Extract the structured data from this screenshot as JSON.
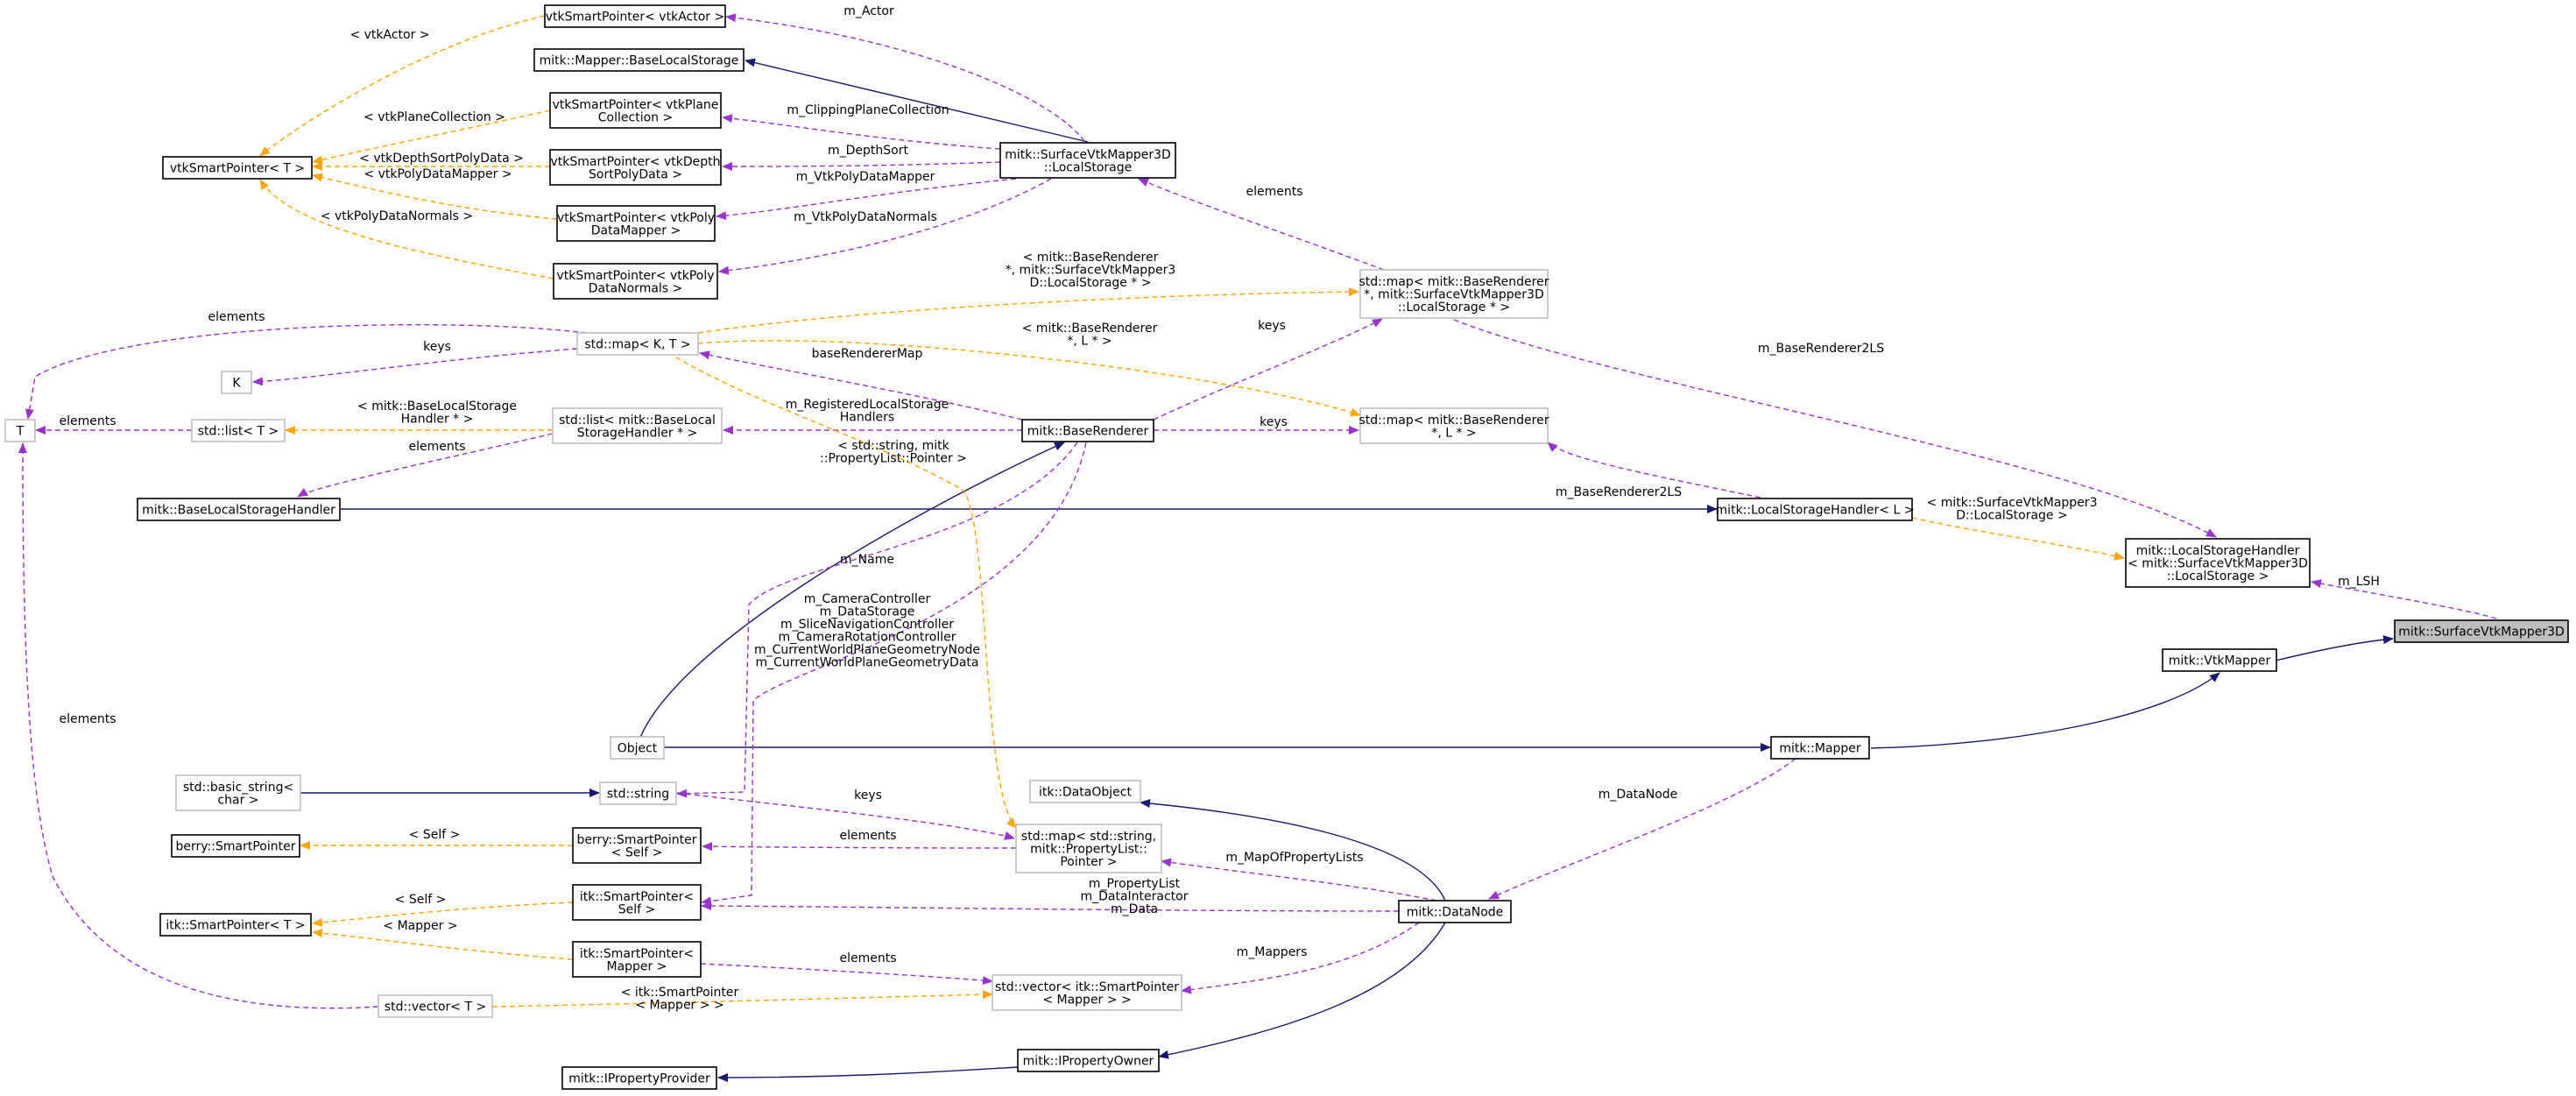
{
  "diagram": {
    "kind": "collaboration graph",
    "colors": {
      "inheritance": "#191970",
      "usage": "#9a32cd",
      "template": "#ffa500",
      "node_border_documented": "#000000",
      "node_border_undocumented": "#bfbfbf",
      "highlight_fill": "#bfbfbf"
    },
    "nodes": [
      {
        "id": "surfaceVtkMapper3D",
        "lines": [
          "mitk::SurfaceVtkMapper3D"
        ],
        "highlight": true
      },
      {
        "id": "lshLocal",
        "lines": [
          "mitk::LocalStorageHandler",
          "< mitk::SurfaceVtkMapper3D",
          "::LocalStorage >"
        ]
      },
      {
        "id": "vtkMapper",
        "lines": [
          "mitk::VtkMapper"
        ]
      },
      {
        "id": "localStorageHandlerL",
        "lines": [
          "mitk::LocalStorageHandler< L >"
        ]
      },
      {
        "id": "mapper",
        "lines": [
          "mitk::Mapper"
        ]
      },
      {
        "id": "dataNode",
        "lines": [
          "mitk::DataNode"
        ]
      },
      {
        "id": "iPropertyOwner",
        "lines": [
          "mitk::IPropertyOwner"
        ]
      },
      {
        "id": "iPropertyProvider",
        "lines": [
          "mitk::IPropertyProvider"
        ]
      },
      {
        "id": "baseLocalStorageHandler",
        "lines": [
          "mitk::BaseLocalStorageHandler"
        ]
      },
      {
        "id": "object",
        "lines": [
          "Object"
        ],
        "undocumented": true
      },
      {
        "id": "baseRenderer",
        "lines": [
          "mitk::BaseRenderer"
        ]
      },
      {
        "id": "mapSurfLS",
        "lines": [
          "std::map< mitk::BaseRenderer",
          "*, mitk::SurfaceVtkMapper3D",
          "::LocalStorage * >"
        ],
        "undocumented": true
      },
      {
        "id": "mapBRL",
        "lines": [
          "std::map< mitk::BaseRenderer",
          "*, L * >"
        ],
        "undocumented": true
      },
      {
        "id": "surfLocalStorage",
        "lines": [
          "mitk::SurfaceVtkMapper3D",
          "::LocalStorage"
        ]
      },
      {
        "id": "baseLocalStorage",
        "lines": [
          "mitk::Mapper::BaseLocalStorage"
        ]
      },
      {
        "id": "vtkSPActor",
        "lines": [
          "vtkSmartPointer< vtkActor >"
        ]
      },
      {
        "id": "vtkSPPlane",
        "lines": [
          "vtkSmartPointer< vtkPlane",
          "Collection >"
        ]
      },
      {
        "id": "vtkSPDepth",
        "lines": [
          "vtkSmartPointer< vtkDepth",
          "SortPolyData >"
        ]
      },
      {
        "id": "vtkSPMapper",
        "lines": [
          "vtkSmartPointer< vtkPoly",
          "DataMapper >"
        ]
      },
      {
        "id": "vtkSPNormals",
        "lines": [
          "vtkSmartPointer< vtkPoly",
          "DataNormals >"
        ]
      },
      {
        "id": "vtkSPT",
        "lines": [
          "vtkSmartPointer< T >"
        ]
      },
      {
        "id": "mapKT",
        "lines": [
          "std::map< K, T >"
        ],
        "undocumented": true
      },
      {
        "id": "K",
        "lines": [
          "K"
        ],
        "undocumented": true
      },
      {
        "id": "T",
        "lines": [
          "T"
        ],
        "undocumented": true
      },
      {
        "id": "listT",
        "lines": [
          "std::list< T >"
        ],
        "undocumented": true
      },
      {
        "id": "listBLS",
        "lines": [
          "std::list< mitk::BaseLocal",
          "StorageHandler * >"
        ],
        "undocumented": true
      },
      {
        "id": "stdString",
        "lines": [
          "std::string"
        ],
        "undocumented": true
      },
      {
        "id": "basicString",
        "lines": [
          "std::basic_string<",
          "char >"
        ],
        "undocumented": true
      },
      {
        "id": "berrySP",
        "lines": [
          "berry::SmartPointer"
        ]
      },
      {
        "id": "berrySPSelf",
        "lines": [
          "berry::SmartPointer",
          "< Self >"
        ]
      },
      {
        "id": "itkSPT",
        "lines": [
          "itk::SmartPointer< T >"
        ]
      },
      {
        "id": "itkSPSelf",
        "lines": [
          "itk::SmartPointer<",
          "Self >"
        ]
      },
      {
        "id": "itkSPMapper",
        "lines": [
          "itk::SmartPointer<",
          "Mapper >"
        ]
      },
      {
        "id": "vectorT",
        "lines": [
          "std::vector< T >"
        ],
        "undocumented": true
      },
      {
        "id": "itkDataObject",
        "lines": [
          "itk::DataObject"
        ],
        "undocumented": true
      },
      {
        "id": "mapStringProp",
        "lines": [
          "std::map< std::string,",
          "mitk::PropertyList::",
          "Pointer >"
        ],
        "undocumented": true
      },
      {
        "id": "vectorItkMapper",
        "lines": [
          "std::vector< itk::SmartPointer",
          "< Mapper > >"
        ],
        "undocumented": true
      }
    ],
    "edges": [
      {
        "from": "lshLocal",
        "to": "surfaceVtkMapper3D",
        "type": "usage",
        "lines": [
          "m_LSH"
        ]
      },
      {
        "from": "vtkMapper",
        "to": "surfaceVtkMapper3D",
        "type": "inheritance",
        "lines": []
      },
      {
        "from": "mapper",
        "to": "vtkMapper",
        "type": "inheritance",
        "lines": []
      },
      {
        "from": "baseLocalStorageHandler",
        "to": "lshLocal",
        "type": "inheritance",
        "lines": []
      },
      {
        "from": "mapSurfLS",
        "to": "lshLocal",
        "type": "usage",
        "lines": [
          "m_BaseRenderer2LS"
        ]
      },
      {
        "from": "localStorageHandlerL",
        "to": "lshLocal",
        "type": "template",
        "lines": [
          "< mitk::SurfaceVtkMapper3",
          "D::LocalStorage >"
        ]
      },
      {
        "from": "baseLocalStorageHandler",
        "to": "localStorageHandlerL",
        "type": "inheritance",
        "lines": []
      },
      {
        "from": "mapBRL",
        "to": "localStorageHandlerL",
        "type": "usage",
        "lines": [
          "m_BaseRenderer2LS"
        ]
      },
      {
        "from": "baseRenderer",
        "to": "mapBRL",
        "type": "usage",
        "lines": [
          "keys"
        ]
      },
      {
        "from": "mapKT",
        "to": "mapBRL",
        "type": "template",
        "lines": [
          "< mitk::BaseRenderer",
          "*, L * >"
        ]
      },
      {
        "from": "baseRenderer",
        "to": "mapSurfLS",
        "type": "usage",
        "lines": [
          "keys"
        ]
      },
      {
        "from": "surfLocalStorage",
        "to": "mapSurfLS",
        "type": "usage",
        "lines": [
          "elements"
        ]
      },
      {
        "from": "mapKT",
        "to": "mapSurfLS",
        "type": "template",
        "lines": [
          "< mitk::BaseRenderer",
          "*, mitk::SurfaceVtkMapper3",
          "D::LocalStorage * >"
        ]
      },
      {
        "from": "baseLocalStorage",
        "to": "surfLocalStorage",
        "type": "inheritance",
        "lines": []
      },
      {
        "from": "vtkSPActor",
        "to": "surfLocalStorage",
        "type": "usage",
        "lines": [
          "m_Actor"
        ]
      },
      {
        "from": "vtkSPPlane",
        "to": "surfLocalStorage",
        "type": "usage",
        "lines": [
          "m_ClippingPlaneCollection"
        ]
      },
      {
        "from": "vtkSPDepth",
        "to": "surfLocalStorage",
        "type": "usage",
        "lines": [
          "m_DepthSort"
        ]
      },
      {
        "from": "vtkSPMapper",
        "to": "surfLocalStorage",
        "type": "usage",
        "lines": [
          "m_VtkPolyDataMapper"
        ]
      },
      {
        "from": "vtkSPNormals",
        "to": "surfLocalStorage",
        "type": "usage",
        "lines": [
          "m_VtkPolyDataNormals"
        ]
      },
      {
        "from": "vtkSPT",
        "to": "vtkSPActor",
        "type": "template",
        "lines": [
          "< vtkActor >"
        ]
      },
      {
        "from": "vtkSPT",
        "to": "vtkSPPlane",
        "type": "template",
        "lines": [
          "< vtkPlaneCollection >"
        ]
      },
      {
        "from": "vtkSPT",
        "to": "vtkSPDepth",
        "type": "template",
        "lines": [
          "< vtkDepthSortPolyData >"
        ]
      },
      {
        "from": "vtkSPT",
        "to": "vtkSPMapper",
        "type": "template",
        "lines": [
          "< vtkPolyDataMapper >"
        ]
      },
      {
        "from": "vtkSPT",
        "to": "vtkSPNormals",
        "type": "template",
        "lines": [
          "< vtkPolyDataNormals >"
        ]
      },
      {
        "from": "object",
        "to": "baseRenderer",
        "type": "inheritance",
        "lines": []
      },
      {
        "from": "object",
        "to": "mapper",
        "type": "inheritance",
        "lines": []
      },
      {
        "from": "mapKT",
        "to": "baseRenderer",
        "type": "usage",
        "lines": [
          "baseRendererMap"
        ]
      },
      {
        "from": "listBLS",
        "to": "baseRenderer",
        "type": "usage",
        "lines": [
          "m_RegisteredLocalStorage",
          "Handlers"
        ]
      },
      {
        "from": "stdString",
        "to": "baseRenderer",
        "type": "usage",
        "lines": [
          "m_Name"
        ]
      },
      {
        "from": "itkSPSelf",
        "to": "baseRenderer",
        "type": "usage",
        "lines": [
          "m_CameraController",
          "m_DataStorage",
          "m_SliceNavigationController",
          "m_CameraRotationController",
          "m_CurrentWorldPlaneGeometryNode",
          "m_CurrentWorldPlaneGeometryData"
        ]
      },
      {
        "from": "baseLocalStorageHandler",
        "to": "listBLS",
        "type": "usage",
        "lines": [
          "elements"
        ]
      },
      {
        "from": "listT",
        "to": "listBLS",
        "type": "template",
        "lines": [
          "< mitk::BaseLocalStorage",
          "Handler * >"
        ]
      },
      {
        "from": "T",
        "to": "listT",
        "type": "usage",
        "lines": [
          "elements"
        ]
      },
      {
        "from": "K",
        "to": "mapKT",
        "type": "usage",
        "lines": [
          "keys"
        ]
      },
      {
        "from": "T",
        "to": "mapKT",
        "type": "usage",
        "lines": [
          "elements"
        ]
      },
      {
        "from": "T",
        "to": "vectorT",
        "type": "usage",
        "lines": [
          "elements"
        ]
      },
      {
        "from": "basicString",
        "to": "stdString",
        "type": "inheritance",
        "lines": []
      },
      {
        "from": "stdString",
        "to": "mapStringProp",
        "type": "usage",
        "lines": [
          "keys"
        ]
      },
      {
        "from": "mapKT",
        "to": "mapStringProp",
        "type": "template",
        "lines": [
          "< std::string, mitk",
          "::PropertyList::Pointer >"
        ]
      },
      {
        "from": "berrySPSelf",
        "to": "mapStringProp",
        "type": "usage",
        "lines": [
          "elements"
        ]
      },
      {
        "from": "berrySP",
        "to": "berrySPSelf",
        "type": "template",
        "lines": [
          "< Self >"
        ]
      },
      {
        "from": "itkSPT",
        "to": "itkSPSelf",
        "type": "template",
        "lines": [
          "< Self >"
        ]
      },
      {
        "from": "itkSPT",
        "to": "itkSPMapper",
        "type": "template",
        "lines": [
          "< Mapper >"
        ]
      },
      {
        "from": "itkSPMapper",
        "to": "vectorItkMapper",
        "type": "usage",
        "lines": [
          "elements"
        ]
      },
      {
        "from": "vectorT",
        "to": "vectorItkMapper",
        "type": "template",
        "lines": [
          "< itk::SmartPointer",
          "< Mapper > >"
        ]
      },
      {
        "from": "itkDataObject",
        "to": "dataNode",
        "type": "inheritance",
        "lines": []
      },
      {
        "from": "mapStringProp",
        "to": "dataNode",
        "type": "usage",
        "lines": [
          "m_MapOfPropertyLists"
        ]
      },
      {
        "from": "itkSPSelf",
        "to": "dataNode",
        "type": "usage",
        "lines": [
          "m_PropertyList",
          "m_DataInteractor",
          "m_Data"
        ]
      },
      {
        "from": "vectorItkMapper",
        "to": "dataNode",
        "type": "usage",
        "lines": [
          "m_Mappers"
        ]
      },
      {
        "from": "dataNode",
        "to": "mapper",
        "type": "usage",
        "lines": [
          "m_DataNode"
        ]
      },
      {
        "from": "iPropertyOwner",
        "to": "dataNode",
        "type": "inheritance",
        "lines": []
      },
      {
        "from": "iPropertyProvider",
        "to": "iPropertyOwner",
        "type": "inheritance",
        "lines": []
      }
    ]
  }
}
